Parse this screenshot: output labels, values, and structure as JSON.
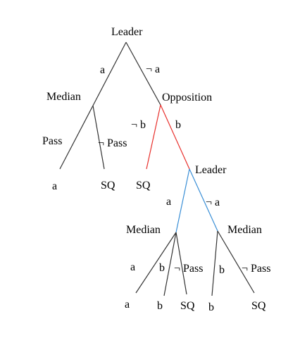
{
  "colors": {
    "black_edge": "#333333",
    "red_edge": "#e8302c",
    "blue_edge": "#3a8fd6"
  },
  "nodes": {
    "root_leader": "Leader",
    "median_1": "Median",
    "opposition": "Opposition",
    "leader_2": "Leader",
    "median_2": "Median",
    "median_3": "Median"
  },
  "edges": {
    "root_a": "a",
    "root_not_a": "¬ a",
    "median1_pass": "Pass",
    "median1_not_pass": "¬ Pass",
    "opp_not_b": "¬ b",
    "opp_b": "b",
    "leader2_a": "a",
    "leader2_not_a": "¬ a",
    "median2_a": "a",
    "median2_b": "b",
    "median2_not_pass": "¬ Pass",
    "median3_b": "b",
    "median3_not_pass": "¬ Pass"
  },
  "outcomes": {
    "o1": "a",
    "o2": "SQ",
    "o3": "SQ",
    "o4": "a",
    "o5": "b",
    "o6": "SQ",
    "o7": "b",
    "o8": "SQ"
  }
}
